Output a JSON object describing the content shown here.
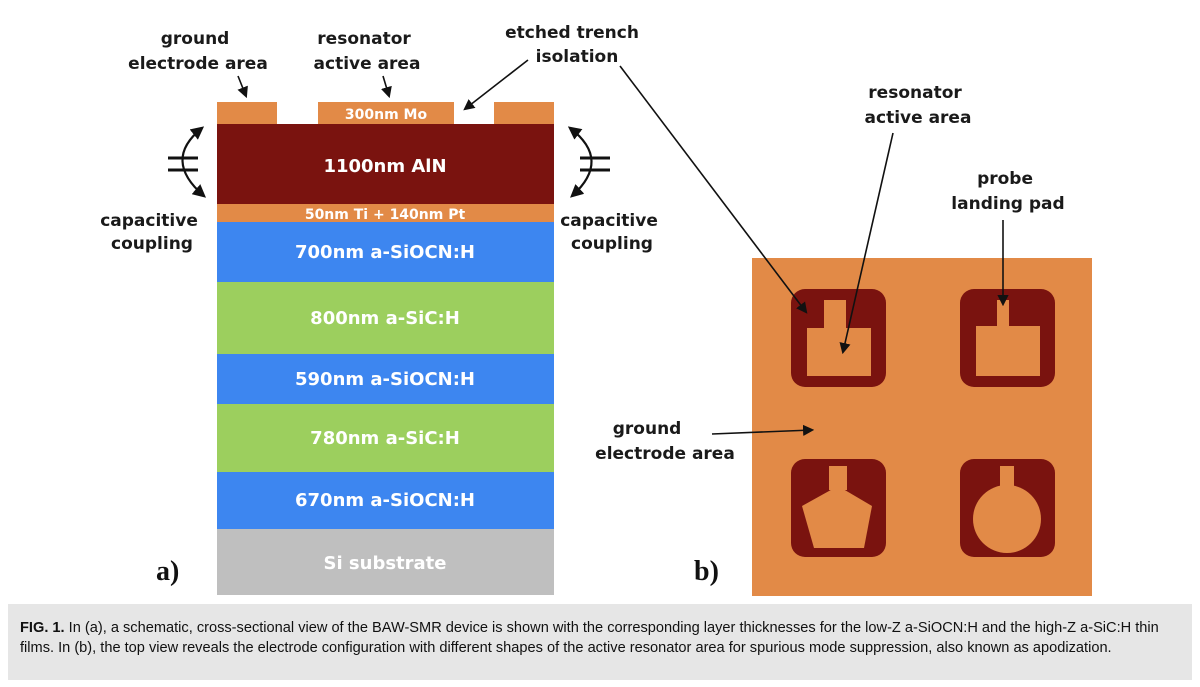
{
  "panel_a": {
    "label": "a)",
    "layers": [
      {
        "text": "300nm Mo",
        "color": "#e28a47"
      },
      {
        "text": "1100nm AlN",
        "color": "#7a130f"
      },
      {
        "text": "50nm Ti + 140nm Pt",
        "color": "#e28a47"
      },
      {
        "text": "700nm a-SiOCN:H",
        "color": "#3d86f0"
      },
      {
        "text": "800nm a-SiC:H",
        "color": "#9ccf5e"
      },
      {
        "text": "590nm a-SiOCN:H",
        "color": "#3d86f0"
      },
      {
        "text": "780nm a-SiC:H",
        "color": "#9ccf5e"
      },
      {
        "text": "670nm a-SiOCN:H",
        "color": "#3d86f0"
      },
      {
        "text": "Si substrate",
        "color": "#bfbfbf"
      }
    ],
    "annotations": {
      "ground_electrode": [
        "ground",
        "electrode area"
      ],
      "resonator_active": [
        "resonator",
        "active area"
      ],
      "etched_trench": [
        "etched trench",
        "isolation"
      ],
      "capacitive_left": [
        "capacitive",
        "coupling"
      ],
      "capacitive_right": [
        "capacitive",
        "coupling"
      ]
    }
  },
  "panel_b": {
    "label": "b)",
    "colors": {
      "ground": "#e28a47",
      "trench": "#7a130f",
      "electrode": "#e28a47"
    },
    "annotations": {
      "resonator_active": [
        "resonator",
        "active area"
      ],
      "probe_pad": [
        "probe",
        "landing pad"
      ],
      "ground_electrode": [
        "ground",
        "electrode area"
      ]
    }
  },
  "caption": {
    "fig_label": "FIG. 1.",
    "text": "In (a), a schematic, cross-sectional view of the BAW-SMR device is shown with the corresponding layer thicknesses for the low-Z a-SiOCN:H and the high-Z a-SiC:H thin films. In (b), the top view reveals the electrode configuration with different shapes of the active resonator area for spurious mode suppression, also known as apodization."
  }
}
